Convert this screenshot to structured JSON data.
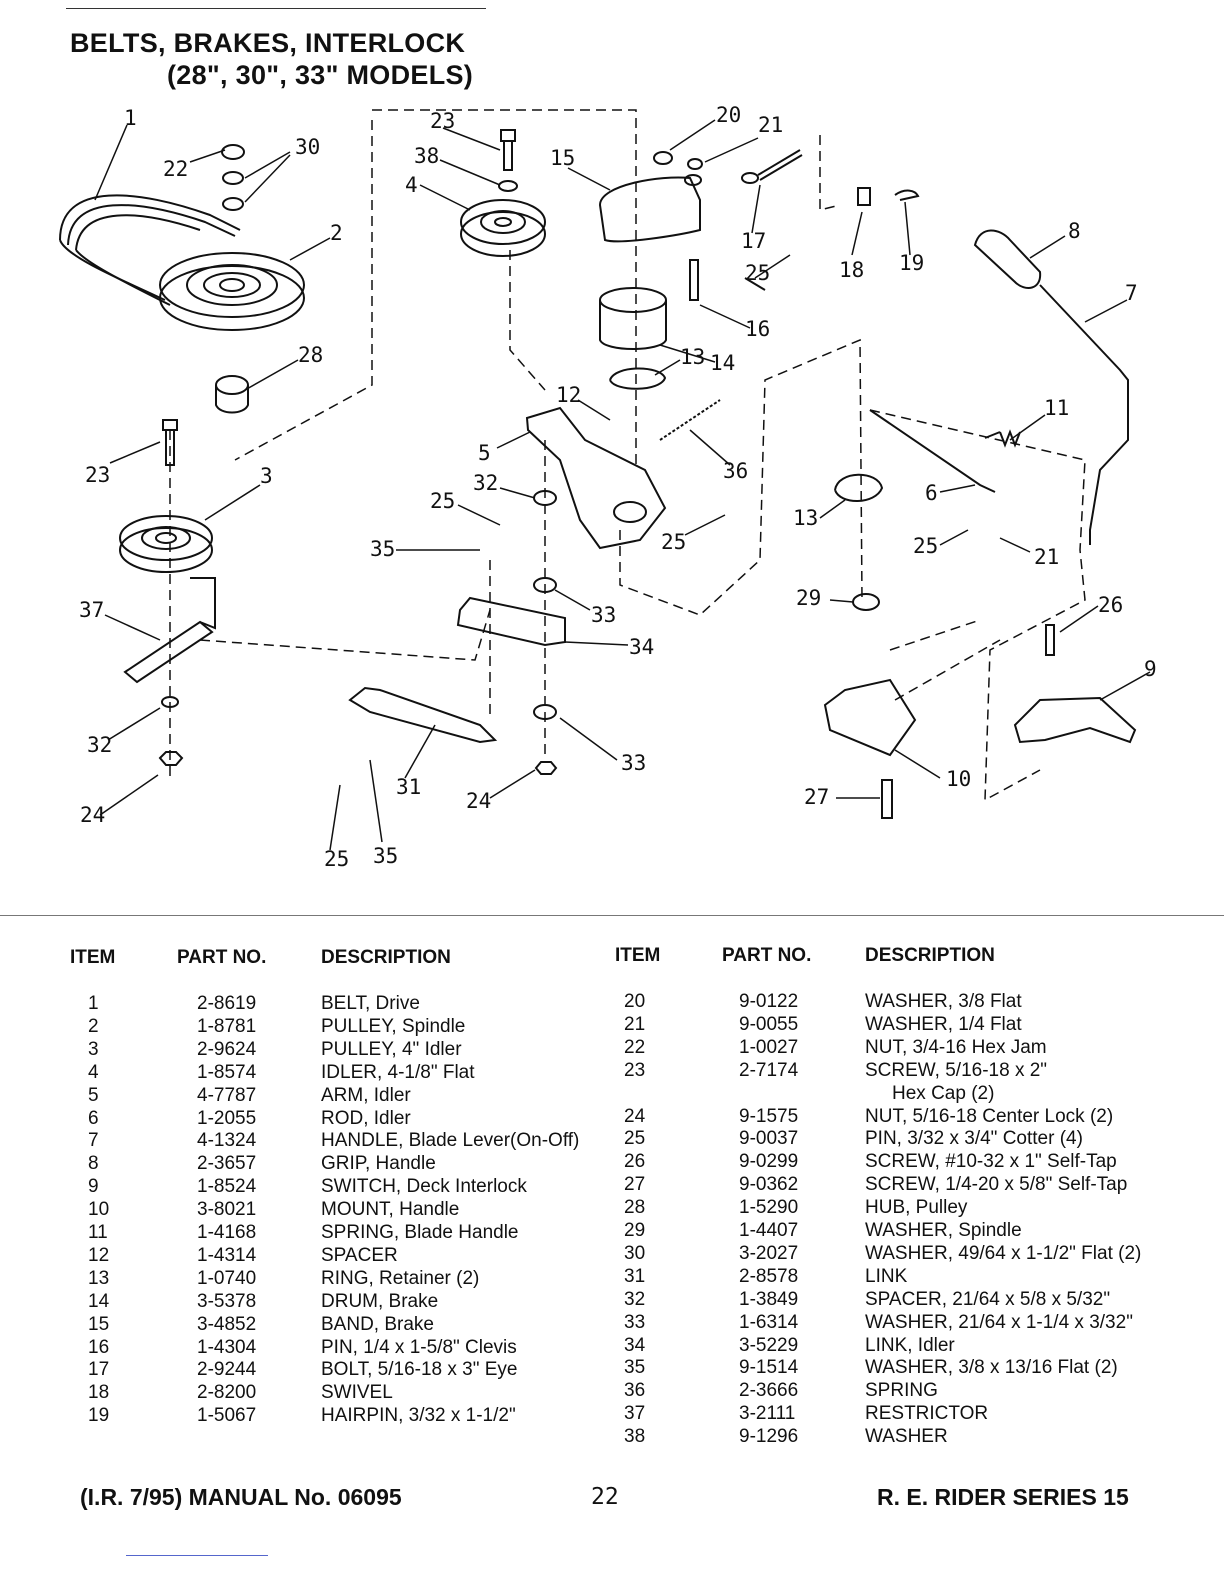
{
  "title": {
    "line1": "BELTS, BRAKES, INTERLOCK",
    "line2": "(28\", 30\", 33\" MODELS)"
  },
  "diagram": {
    "callouts": [
      "1",
      "2",
      "3",
      "4",
      "5",
      "6",
      "7",
      "8",
      "9",
      "10",
      "11",
      "12",
      "13",
      "13",
      "14",
      "15",
      "16",
      "17",
      "18",
      "19",
      "20",
      "21",
      "21",
      "22",
      "23",
      "23",
      "24",
      "24",
      "25",
      "25",
      "25",
      "25",
      "25",
      "26",
      "27",
      "28",
      "29",
      "30",
      "31",
      "32",
      "32",
      "33",
      "33",
      "34",
      "35",
      "35",
      "36",
      "37",
      "38"
    ]
  },
  "table": {
    "headers": {
      "item": "ITEM",
      "part_no": "PART NO.",
      "description": "DESCRIPTION"
    },
    "left": [
      {
        "item": "1",
        "part": "2-8619",
        "desc": "BELT, Drive"
      },
      {
        "item": "2",
        "part": "1-8781",
        "desc": "PULLEY, Spindle"
      },
      {
        "item": "3",
        "part": "2-9624",
        "desc": "PULLEY, 4\" Idler"
      },
      {
        "item": "4",
        "part": "1-8574",
        "desc": "IDLER, 4-1/8\" Flat"
      },
      {
        "item": "5",
        "part": "4-7787",
        "desc": "ARM, Idler"
      },
      {
        "item": "6",
        "part": "1-2055",
        "desc": "ROD, Idler"
      },
      {
        "item": "7",
        "part": "4-1324",
        "desc": "HANDLE, Blade Lever(On-Off)"
      },
      {
        "item": "8",
        "part": "2-3657",
        "desc": "GRIP, Handle"
      },
      {
        "item": "9",
        "part": "1-8524",
        "desc": "SWITCH, Deck Interlock"
      },
      {
        "item": "10",
        "part": "3-8021",
        "desc": "MOUNT, Handle"
      },
      {
        "item": "11",
        "part": "1-4168",
        "desc": "SPRING, Blade Handle"
      },
      {
        "item": "12",
        "part": "1-4314",
        "desc": "SPACER"
      },
      {
        "item": "13",
        "part": "1-0740",
        "desc": "RING, Retainer (2)"
      },
      {
        "item": "14",
        "part": "3-5378",
        "desc": "DRUM, Brake"
      },
      {
        "item": "15",
        "part": "3-4852",
        "desc": "BAND, Brake"
      },
      {
        "item": "16",
        "part": "1-4304",
        "desc": "PIN, 1/4 x 1-5/8\" Clevis"
      },
      {
        "item": "17",
        "part": "2-9244",
        "desc": "BOLT, 5/16-18 x 3\" Eye"
      },
      {
        "item": "18",
        "part": "2-8200",
        "desc": "SWIVEL"
      },
      {
        "item": "19",
        "part": "1-5067",
        "desc": "HAIRPIN, 3/32 x 1-1/2\""
      }
    ],
    "right": [
      {
        "item": "20",
        "part": "9-0122",
        "desc": "WASHER, 3/8 Flat"
      },
      {
        "item": "21",
        "part": "9-0055",
        "desc": "WASHER, 1/4 Flat"
      },
      {
        "item": "22",
        "part": "1-0027",
        "desc": "NUT, 3/4-16 Hex Jam"
      },
      {
        "item": "23",
        "part": "2-7174",
        "desc": "SCREW, 5/16-18 x 2\""
      },
      {
        "item": "",
        "part": "",
        "desc": "Hex Cap (2)"
      },
      {
        "item": "24",
        "part": "9-1575",
        "desc": "NUT, 5/16-18 Center Lock (2)"
      },
      {
        "item": "25",
        "part": "9-0037",
        "desc": "PIN, 3/32 x 3/4\" Cotter (4)"
      },
      {
        "item": "26",
        "part": "9-0299",
        "desc": "SCREW, #10-32 x 1\" Self-Tap"
      },
      {
        "item": "27",
        "part": "9-0362",
        "desc": "SCREW, 1/4-20 x 5/8\" Self-Tap"
      },
      {
        "item": "28",
        "part": "1-5290",
        "desc": "HUB, Pulley"
      },
      {
        "item": "29",
        "part": "1-4407",
        "desc": "WASHER, Spindle"
      },
      {
        "item": "30",
        "part": "3-2027",
        "desc": "WASHER, 49/64 x 1-1/2\" Flat (2)"
      },
      {
        "item": "31",
        "part": "2-8578",
        "desc": "LINK"
      },
      {
        "item": "32",
        "part": "1-3849",
        "desc": "SPACER, 21/64 x 5/8 x 5/32\""
      },
      {
        "item": "33",
        "part": "1-6314",
        "desc": "WASHER, 21/64 x 1-1/4 x 3/32\""
      },
      {
        "item": "34",
        "part": "3-5229",
        "desc": "LINK, Idler"
      },
      {
        "item": "35",
        "part": "9-1514",
        "desc": "WASHER, 3/8 x 13/16 Flat (2)"
      },
      {
        "item": "36",
        "part": "2-3666",
        "desc": "SPRING"
      },
      {
        "item": "37",
        "part": "3-2111",
        "desc": "RESTRICTOR"
      },
      {
        "item": "38",
        "part": "9-1296",
        "desc": "WASHER"
      }
    ]
  },
  "footer": {
    "left": "(I.R. 7/95) MANUAL No. 06095",
    "center": "22",
    "right": "R. E. RIDER SERIES 15"
  }
}
